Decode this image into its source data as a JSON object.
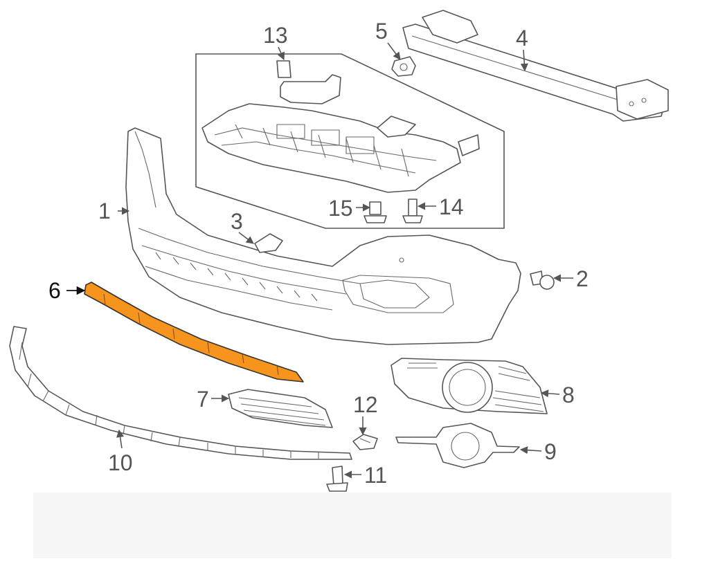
{
  "diagram": {
    "highlight_color": "#f7941d",
    "line_color": "#555555",
    "callouts": {
      "c1": "1",
      "c2": "2",
      "c3": "3",
      "c4": "4",
      "c5": "5",
      "c6": "6",
      "c7": "7",
      "c8": "8",
      "c9": "9",
      "c10": "10",
      "c11": "11",
      "c12": "12",
      "c13": "13",
      "c14": "14",
      "c15": "15"
    }
  }
}
